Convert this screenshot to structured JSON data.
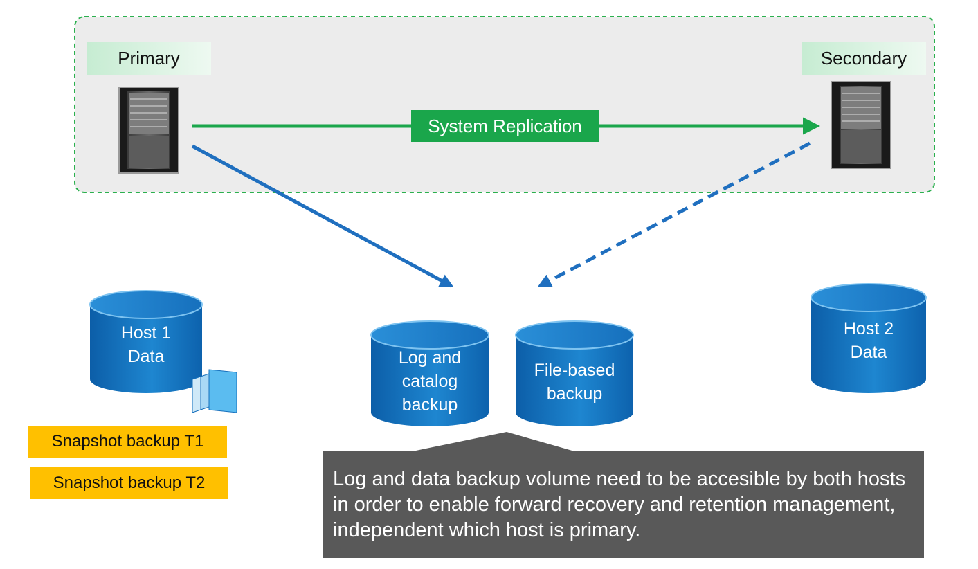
{
  "primary": {
    "label": "Primary"
  },
  "secondary": {
    "label": "Secondary"
  },
  "replication": {
    "label": "System Replication"
  },
  "volumes": {
    "host1": "Host 1 Data",
    "host2": "Host 2 Data",
    "log_catalog": "Log and catalog backup",
    "file_based": "File-based backup"
  },
  "snapshots": {
    "t1": "Snapshot backup T1",
    "t2": "Snapshot backup T2"
  },
  "callout": {
    "text": "Log and data backup volume need to be accesible by both hosts in order to enable forward recovery and retention management, independent which host is primary."
  },
  "colors": {
    "replication_green": "#1aa64b",
    "backup_blue": "#1f6fbf",
    "callout_gray": "#595959",
    "snapshot_yellow": "#ffc000",
    "cluster_border": "#2bb04e"
  },
  "icons": {
    "server": "server-rack-icon",
    "volume": "database-cylinder-icon",
    "snapshot": "snapshot-pages-icon"
  }
}
